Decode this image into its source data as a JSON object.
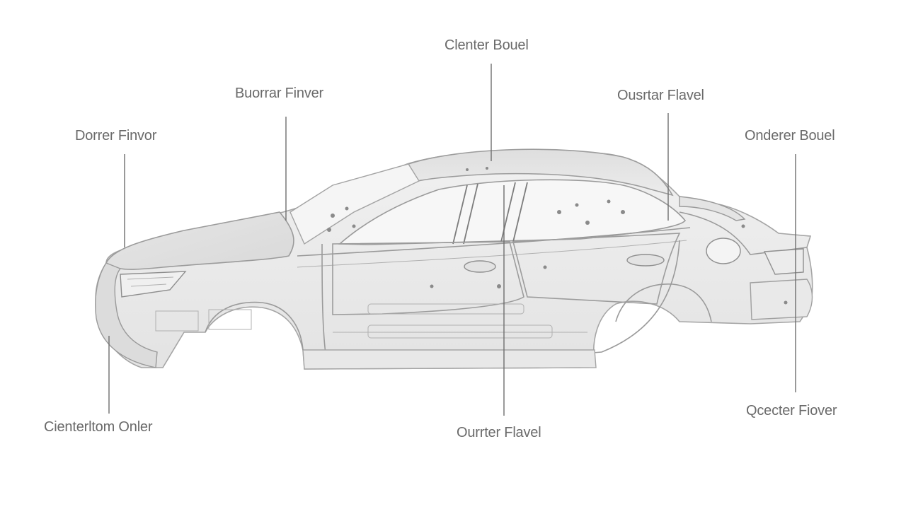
{
  "callouts": [
    {
      "id": "top-center",
      "label": "Clenter Bouel"
    },
    {
      "id": "upper-left",
      "label": "Buorrar Finver"
    },
    {
      "id": "upper-right",
      "label": "Ousrtar Flavel"
    },
    {
      "id": "left",
      "label": "Dorrer Finvor"
    },
    {
      "id": "right",
      "label": "Onderer Bouel"
    },
    {
      "id": "bottom-left",
      "label": "Cienterltom Onler"
    },
    {
      "id": "bottom-center",
      "label": "Ourrter Flavel"
    },
    {
      "id": "bottom-right",
      "label": "Qcecter Fiover"
    }
  ],
  "colors": {
    "label": "#6a6a6a",
    "leader": "#6e6e6e",
    "body_fill": "#eeeeee",
    "roof_fill": "#e2e2e2"
  }
}
